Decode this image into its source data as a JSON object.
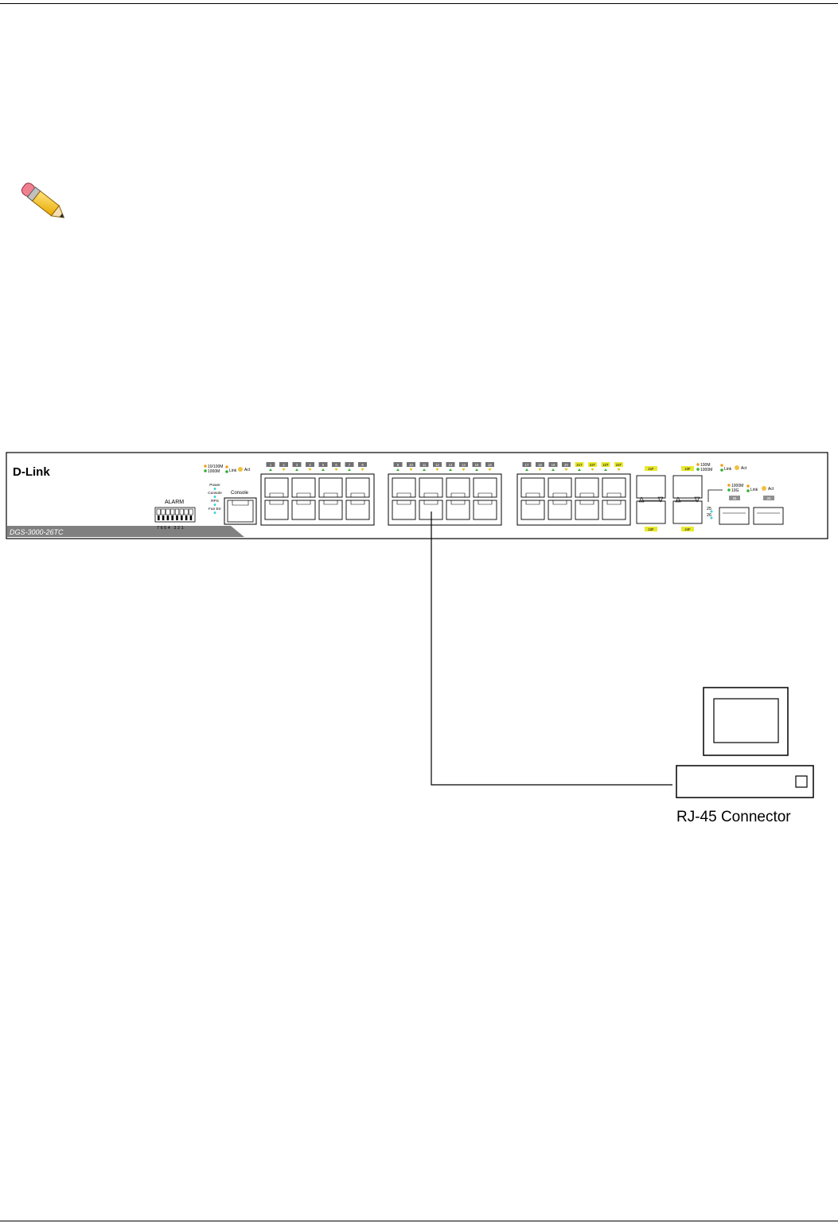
{
  "header_rule": true,
  "note_icon": "pencil-note-icon",
  "switch": {
    "brand": "D-Link",
    "model": "DGS-3000-26TC",
    "alarm_label": "ALARM",
    "alarm_pin_numbers": "7 6 5 4   3 2 1",
    "legend_speed_1": "10/100M",
    "legend_speed_2": "1000M",
    "legend_link": "Link",
    "legend_act": "Act",
    "status_leds": [
      "Power",
      "Console",
      "RPS",
      "Fan Err"
    ],
    "console_label": "Console",
    "port_numbers_group1": [
      "1",
      "2",
      "3",
      "4",
      "5",
      "6",
      "7",
      "8"
    ],
    "port_numbers_group2": [
      "9",
      "10",
      "11",
      "12",
      "13",
      "14",
      "15",
      "16"
    ],
    "port_numbers_group3": [
      "17",
      "18",
      "19",
      "20",
      "21T",
      "22T",
      "23T",
      "24T"
    ],
    "sfp_labels": [
      "21F",
      "22F",
      "23F",
      "24F"
    ],
    "combo_legend_1": "100M",
    "combo_legend_2": "1000M",
    "tengig_legend_1": "1000M",
    "tengig_legend_2": "10G",
    "tengig_port_numbers": [
      "25",
      "26"
    ],
    "tengig_slot_labels": [
      "25",
      "26"
    ]
  },
  "connector_label": "RJ-45 Connector",
  "colors": {
    "led_orange": "#f0a020",
    "led_green": "#30b030",
    "led_cyan": "#40d0e0",
    "tag_yellow": "#e8e830",
    "tag_gray": "#707070",
    "model_bar": "#808080"
  }
}
